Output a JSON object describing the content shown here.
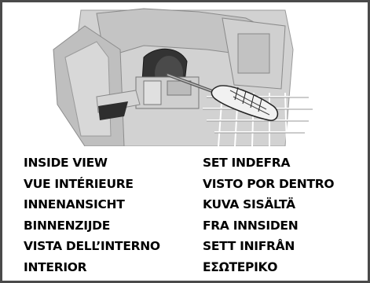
{
  "figure": {
    "icon": "dishwasher-interior-screwdriver-illustration"
  },
  "labels": {
    "left": [
      "INSIDE VIEW",
      "VUE INTÉRIEURE",
      "INNENANSICHT",
      "BINNENZIJDE",
      "VISTA DELL’INTERNO",
      "INTERIOR"
    ],
    "right": [
      "SET INDEFRA",
      "VISTO POR DENTRO",
      "KUVA SISÄLTÄ",
      "FRA INNSIDEN",
      "SETT INIFRÅN",
      "ΕΣΩΤΕΡΙΚΟ"
    ]
  }
}
